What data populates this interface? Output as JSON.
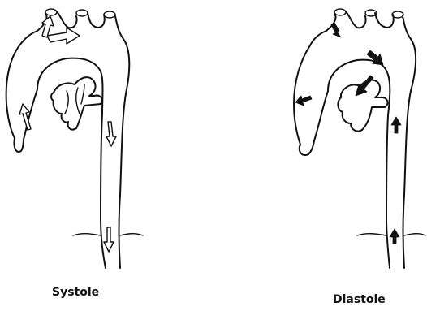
{
  "panels": [
    {
      "id": "systole",
      "caption": "Systole",
      "arrow_style": "open"
    },
    {
      "id": "diastole",
      "caption": "Diastole",
      "arrow_style": "solid"
    }
  ],
  "colors": {
    "ink": "#111111",
    "background": "#ffffff"
  }
}
